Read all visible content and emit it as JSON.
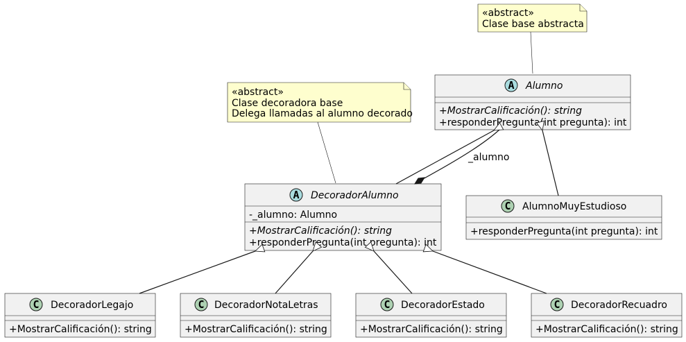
{
  "notes": {
    "alumno": [
      "«abstract»",
      "Clase base abstracta"
    ],
    "decorador": [
      "«abstract»",
      "Clase decoradora base",
      "Delega llamadas al alumno decorado"
    ]
  },
  "classes": {
    "alumno": {
      "stereotype": "A",
      "name": "Alumno",
      "methods": [
        "+MostrarCalificación(): string",
        "+responderPregunta(int pregunta): int"
      ]
    },
    "decorador_alumno": {
      "stereotype": "A",
      "name": "DecoradorAlumno",
      "attributes": [
        "-_alumno: Alumno"
      ],
      "methods": [
        "+MostrarCalificación(): string",
        "+responderPregunta(int pregunta): int"
      ]
    },
    "alumno_muy_estudioso": {
      "stereotype": "C",
      "name": "AlumnoMuyEstudioso",
      "methods": [
        "+responderPregunta(int pregunta): int"
      ]
    },
    "decorador_legajo": {
      "stereotype": "C",
      "name": "DecoradorLegajo",
      "methods": [
        "+MostrarCalificación(): string"
      ]
    },
    "decorador_nota_letras": {
      "stereotype": "C",
      "name": "DecoradorNotaLetras",
      "methods": [
        "+MostrarCalificación(): string"
      ]
    },
    "decorador_estado": {
      "stereotype": "C",
      "name": "DecoradorEstado",
      "methods": [
        "+MostrarCalificación(): string"
      ]
    },
    "decorador_recuadro": {
      "stereotype": "C",
      "name": "DecoradorRecuadro",
      "methods": [
        "+MostrarCalificación(): string"
      ]
    }
  },
  "relations": {
    "composition_label": "_alumno"
  }
}
